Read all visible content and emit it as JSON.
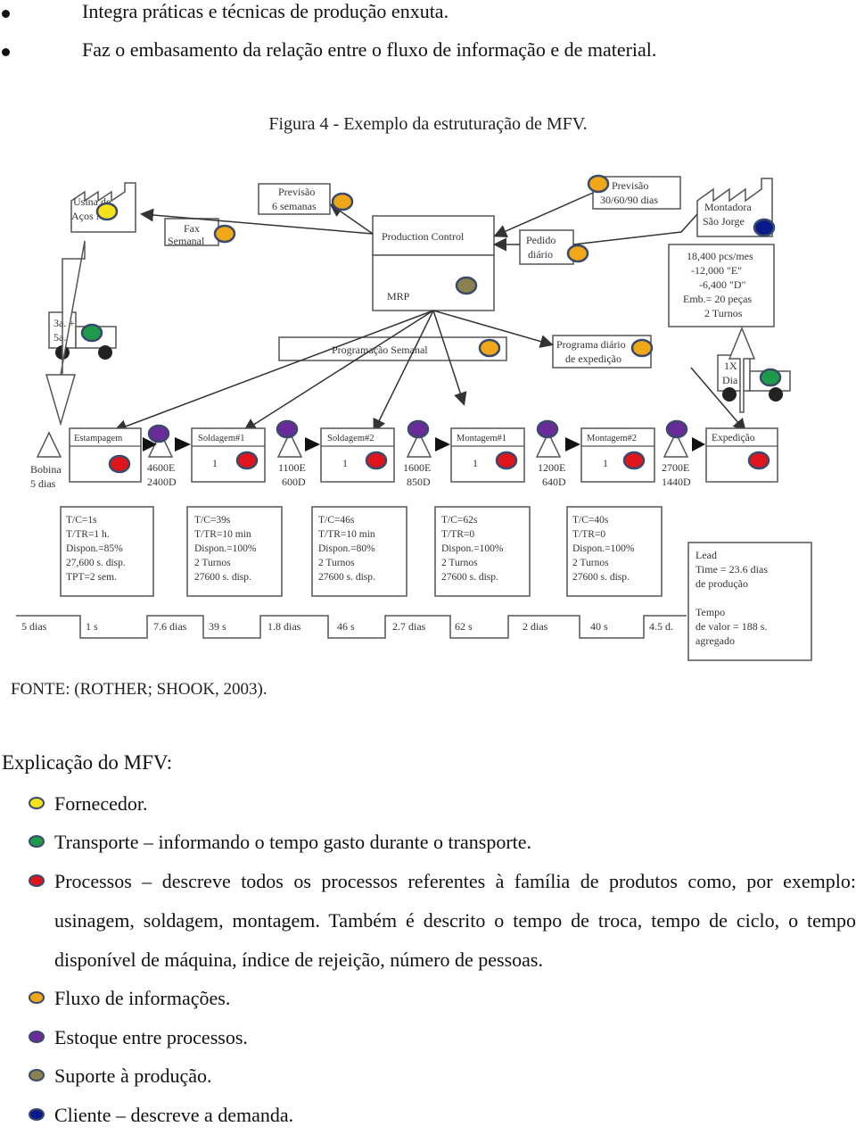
{
  "bullets": [
    "Integra práticas e técnicas de produção enxuta.",
    "Faz o embasamento da relação entre o fluxo de informação e de material."
  ],
  "figure": {
    "caption": "Figura 4 - Exemplo da estruturação de MFV.",
    "source": "FONTE: (ROTHER; SHOOK, 2003).",
    "supplier": {
      "line1": "Usina de",
      "line2": "Aços NC"
    },
    "fax": {
      "line1": "Fax",
      "line2": "Semanal"
    },
    "forecast_left": {
      "line1": "Previsão",
      "line2": "6 semanas"
    },
    "production_control": "Production Control",
    "mrp": "MRP",
    "forecast_right": {
      "line1": "Previsão",
      "line2": "30/60/90 dias"
    },
    "customer": {
      "line1": "Montadora",
      "line2": "São Jorge"
    },
    "daily_order": {
      "line1": "Pedido",
      "line2": "diário"
    },
    "demand": [
      "18,400 pcs/mes",
      "-12,000 \"E\"",
      "-6,400 \"D\"",
      "Emb.= 20 peças",
      "2 Turnos"
    ],
    "inbound_truck": {
      "line1": "3a. +",
      "line2": "5a."
    },
    "outbound_truck": {
      "line1": "1X",
      "line2": "Dia"
    },
    "weekly_schedule": "Programação Semanal",
    "shipping_schedule": {
      "line1": "Programa diário",
      "line2": "de expedição"
    },
    "coil": {
      "line1": "Bobina",
      "line2": "5 dias"
    },
    "processes": [
      "Estampagem",
      "Soldagem#1",
      "Soldagem#2",
      "Montagem#1",
      "Montagem#2",
      "Expedição"
    ],
    "operators": [
      "1",
      "1",
      "1",
      "1"
    ],
    "inventories": [
      {
        "e": "4600E",
        "d": "2400D"
      },
      {
        "e": "1100E",
        "d": "600D"
      },
      {
        "e": "1600E",
        "d": "850D"
      },
      {
        "e": "1200E",
        "d": "640D"
      },
      {
        "e": "2700E",
        "d": "1440D"
      }
    ],
    "data_boxes": [
      [
        "T/C=1s",
        "T/TR=1 h.",
        "Dispon.=85%",
        "27,600 s. disp.",
        "TPT=2 sem."
      ],
      [
        "T/C=39s",
        "T/TR=10 min",
        "Dispon.=100%",
        "2 Turnos",
        "27600 s. disp."
      ],
      [
        "T/C=46s",
        "T/TR=10 min",
        "Dispon.=80%",
        "2 Turnos",
        "27600 s. disp."
      ],
      [
        "T/C=62s",
        "T/TR=0",
        "Dispon.=100%",
        "2 Turnos",
        "27600 s. disp."
      ],
      [
        "T/C=40s",
        "T/TR=0",
        "Dispon.=100%",
        "2 Turnos",
        "27600 s. disp."
      ]
    ],
    "timeline": [
      "5 dias",
      "1 s",
      "7.6 dias",
      "39 s",
      "1.8 dias",
      "46 s",
      "2.7 dias",
      "62 s",
      "2 dias",
      "40 s",
      "4.5 d."
    ],
    "lead_time": [
      "Lead",
      "Time = 23.6 dias",
      "de produção"
    ],
    "value_time": [
      "Tempo",
      "de valor = 188 s.",
      "agregado"
    ]
  },
  "explanation_title": "Explicação do MFV:",
  "legend": [
    {
      "color": "#f5e21a",
      "text": "Fornecedor."
    },
    {
      "color": "#1d9a4a",
      "text": "Transporte – informando o tempo gasto durante o transporte."
    },
    {
      "color": "#e0141c",
      "text": "Processos – descreve todos os processos referentes à família de produtos como, por exemplo: usinagem, soldagem, montagem. Também é descrito o tempo de troca, tempo de ciclo, o tempo disponível de máquina, índice de rejeição, número de pessoas."
    },
    {
      "color": "#f0a818",
      "text": "Fluxo de informações."
    },
    {
      "color": "#6a2a9a",
      "text": "Estoque entre processos."
    },
    {
      "color": "#8a8050",
      "text": "Suporte à produção."
    },
    {
      "color": "#0a1a8a",
      "text": "Cliente – descreve a demanda."
    }
  ]
}
